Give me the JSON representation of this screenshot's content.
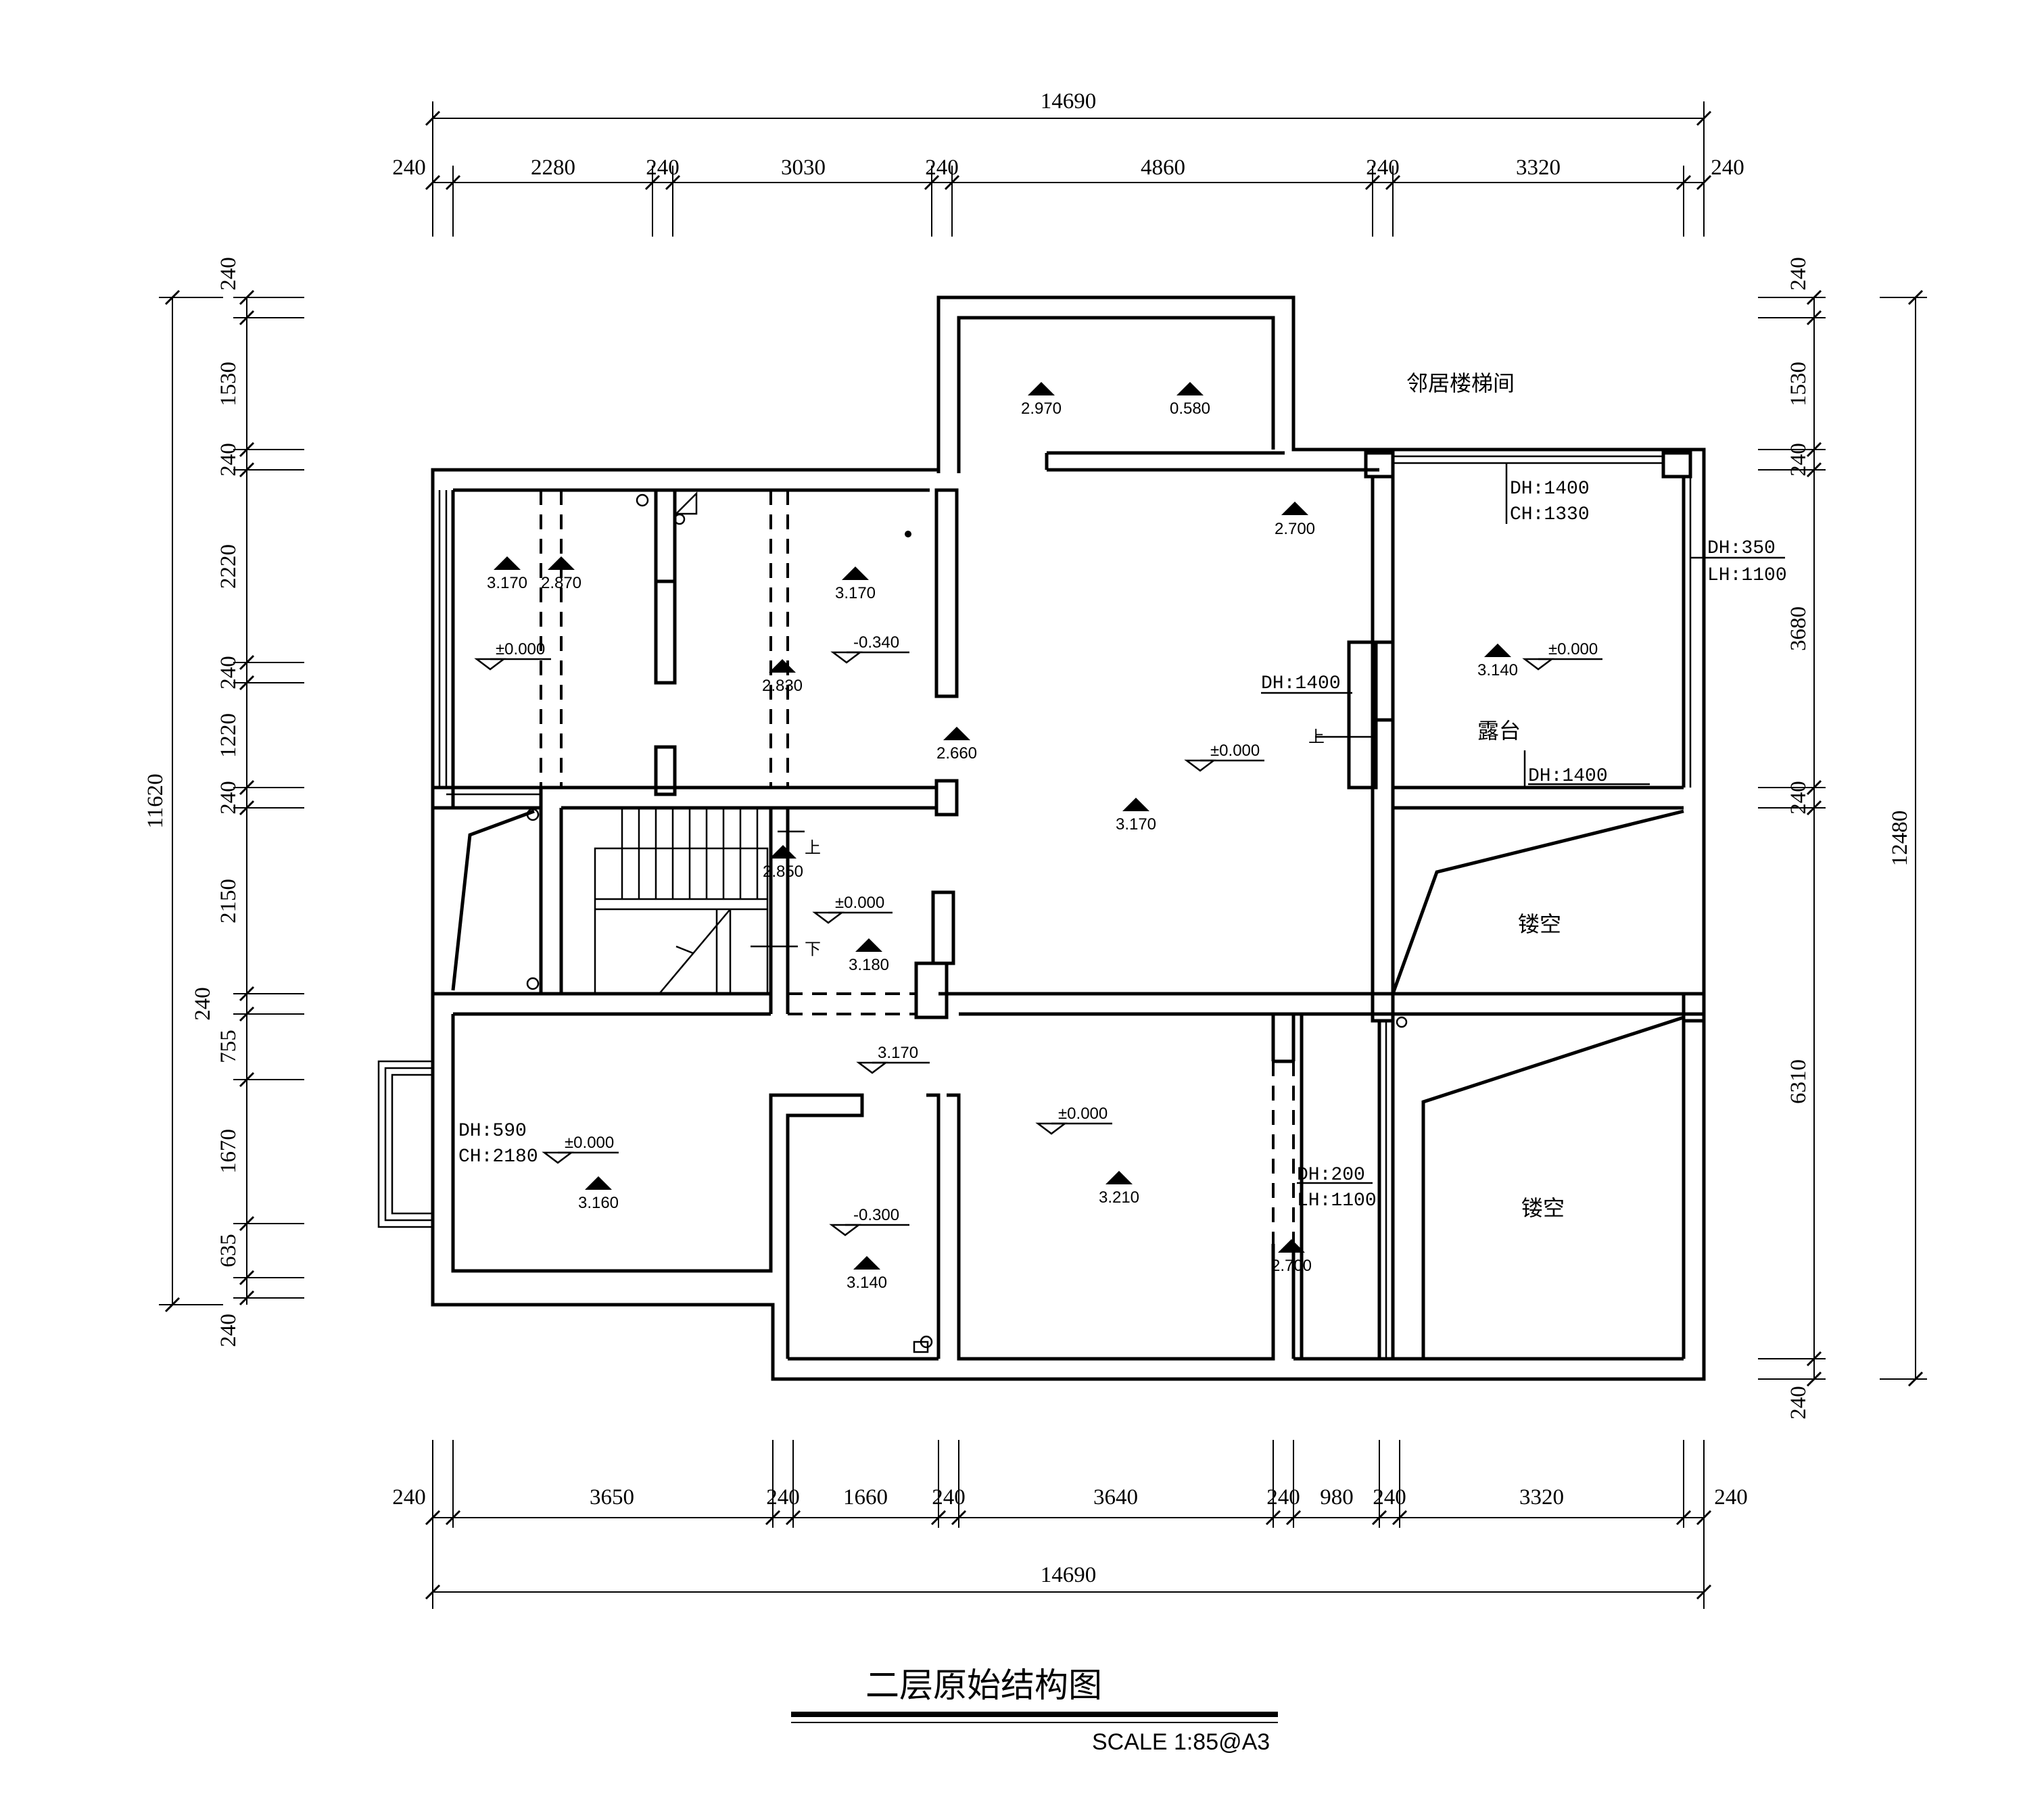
{
  "drawing": {
    "title": "二层原始结构图",
    "scale": "SCALE  1:85@A3"
  },
  "dimensions": {
    "top_total": "14690",
    "top_segments": [
      "240",
      "2280",
      "240",
      "3030",
      "240",
      "4860",
      "240",
      "3320",
      "240"
    ],
    "bottom_total": "14690",
    "bottom_segments": [
      "240",
      "3650",
      "240",
      "1660",
      "240",
      "3640",
      "240",
      "980",
      "240",
      "3320",
      "240"
    ],
    "left_total": "11620",
    "left_segments": [
      "240",
      "1530",
      "240",
      "2220",
      "240",
      "1220",
      "240",
      "2150",
      "240",
      "755",
      "1670",
      "635",
      "240"
    ],
    "right_total": "12480",
    "right_segments": [
      "240",
      "1530",
      "240",
      "3680",
      "240",
      "6310",
      "240"
    ]
  },
  "room_labels": {
    "neighbor_stair": "邻居楼梯间",
    "terrace": "露台",
    "void_upper": "镂空",
    "void_lower": "镂空"
  },
  "annotations": {
    "dh1400_ch1330_a": "DH:1400",
    "dh1400_ch1330_b": "CH:1330",
    "dh350_a": "DH:350",
    "dh350_b": "LH:1100",
    "dh1400_door": "DH:1400",
    "dh1400_terrace": "DH:1400",
    "dh590": "DH:590",
    "ch2180": "CH:2180",
    "dh200": "DH:200",
    "lh1100": "LH:1100",
    "up1": "上",
    "up2": "上",
    "down": "下"
  },
  "elevations": {
    "e2970": "2.970",
    "e0580": "0.580",
    "e2700a": "2.700",
    "e3170a": "3.170",
    "e2870": "2.870",
    "e3170b": "3.170",
    "e2830": "2.830",
    "e2660": "2.660",
    "e3170c": "3.170",
    "e3140a": "3.140",
    "e2850": "2.850",
    "e3180": "3.180",
    "e3160": "3.160",
    "e3140b": "3.140",
    "e3210": "3.210",
    "e2700b": "2.700"
  },
  "levels": {
    "l_a": "±0.000",
    "l_b": "-0.340",
    "l_c": "±0.000",
    "l_d": "±0.000",
    "l_e": "±0.000",
    "l_f": "3.170",
    "l_g": "±0.000",
    "l_h": "±0.000",
    "l_i": "-0.300"
  }
}
